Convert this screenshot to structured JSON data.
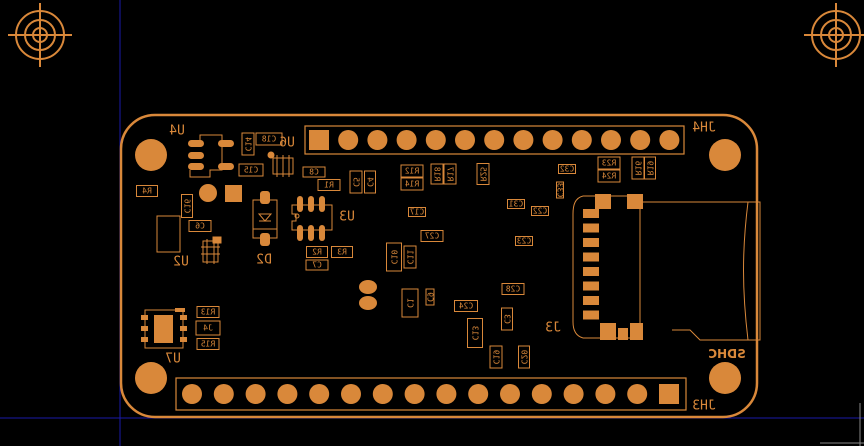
{
  "view": {
    "layer": "bottom",
    "mirrored": true,
    "copper_color": "#d9883a",
    "background": "#000000",
    "axis_color": "#1010a0"
  },
  "designators": {
    "U4": "U4",
    "U6": "U6",
    "U3": "U3",
    "U2": "U2",
    "D2": "D2",
    "U7": "U7",
    "J3": "J3",
    "JH4": "JH4",
    "JH3": "JH3",
    "SDHC": "SDHC"
  },
  "labels": {
    "C18": "C18",
    "C14": "C14",
    "C15": "C15",
    "C8": "C8",
    "R1": "R1",
    "C5": "C5",
    "C4": "C4",
    "R12": "R12",
    "R14": "R14",
    "R18": "R18",
    "R17": "R17",
    "R25": "R25",
    "C32": "C32",
    "R23": "R23",
    "R24": "R24",
    "R16": "R16",
    "R19": "R19",
    "C33": "C33",
    "C31": "C31",
    "C22": "C22",
    "C17": "C17",
    "C27": "C27",
    "C23": "C23",
    "R4": "R4",
    "C16": "C16",
    "C6": "C6",
    "L1": "L1",
    "R2": "R2",
    "R3": "R3",
    "C7": "C7",
    "C10": "C10",
    "C11": "C11",
    "C1": "C1",
    "C9": "C9",
    "C24": "C24",
    "C28": "C28",
    "C13": "C13",
    "C3": "C3",
    "C19": "C19",
    "C20": "C20",
    "R13": "R13",
    "J4": "J4",
    "R15": "R15"
  },
  "headers": {
    "JH4_pins": 13,
    "JH3_pins": 16
  }
}
